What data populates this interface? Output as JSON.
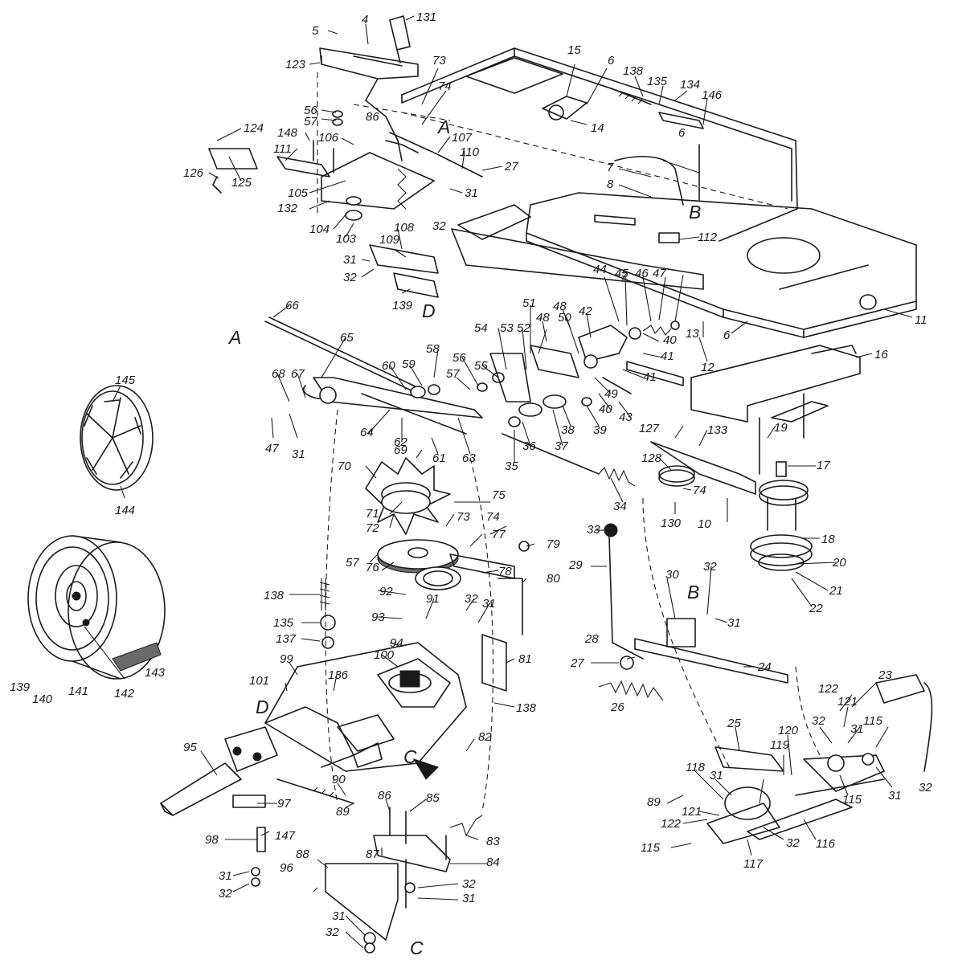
{
  "diagram": {
    "callouts": [
      {
        "id": "c-5",
        "text": "5"
      },
      {
        "id": "c-4",
        "text": "4"
      },
      {
        "id": "c-131",
        "text": "131"
      },
      {
        "id": "c-123",
        "text": "123"
      },
      {
        "id": "c-73a",
        "text": "73"
      },
      {
        "id": "c-74a",
        "text": "74"
      },
      {
        "id": "c-56a",
        "text": "56"
      },
      {
        "id": "c-57a",
        "text": "57"
      },
      {
        "id": "c-86a",
        "text": "86"
      },
      {
        "id": "c-124",
        "text": "124"
      },
      {
        "id": "c-148",
        "text": "148"
      },
      {
        "id": "c-106",
        "text": "106"
      },
      {
        "id": "c-107",
        "text": "107"
      },
      {
        "id": "c-111",
        "text": "111"
      },
      {
        "id": "c-110",
        "text": "110"
      },
      {
        "id": "c-27a",
        "text": "27"
      },
      {
        "id": "c-126",
        "text": "126"
      },
      {
        "id": "c-125",
        "text": "125"
      },
      {
        "id": "c-105",
        "text": "105"
      },
      {
        "id": "c-132",
        "text": "132"
      },
      {
        "id": "c-31a",
        "text": "31"
      },
      {
        "id": "c-32a",
        "text": "32"
      },
      {
        "id": "c-104",
        "text": "104"
      },
      {
        "id": "c-103",
        "text": "103"
      },
      {
        "id": "c-108",
        "text": "108"
      },
      {
        "id": "c-109",
        "text": "109"
      },
      {
        "id": "c-31b",
        "text": "31"
      },
      {
        "id": "c-32b",
        "text": "32"
      },
      {
        "id": "c-139a",
        "text": "139"
      },
      {
        "id": "c-15",
        "text": "15"
      },
      {
        "id": "c-6a",
        "text": "6"
      },
      {
        "id": "c-138a",
        "text": "138"
      },
      {
        "id": "c-135a",
        "text": "135"
      },
      {
        "id": "c-134",
        "text": "134"
      },
      {
        "id": "c-146",
        "text": "146"
      },
      {
        "id": "c-14",
        "text": "14"
      },
      {
        "id": "c-6b",
        "text": "6"
      },
      {
        "id": "c-7a",
        "text": "7"
      },
      {
        "id": "c-8",
        "text": "8"
      },
      {
        "id": "c-112",
        "text": "112"
      },
      {
        "id": "c-11",
        "text": "11"
      },
      {
        "id": "c-44",
        "text": "44"
      },
      {
        "id": "c-7b",
        "text": "7"
      },
      {
        "id": "c-45",
        "text": "45"
      },
      {
        "id": "c-46",
        "text": "46"
      },
      {
        "id": "c-47a",
        "text": "47"
      },
      {
        "id": "c-48a",
        "text": "48"
      },
      {
        "id": "c-51",
        "text": "51"
      },
      {
        "id": "c-42",
        "text": "42"
      },
      {
        "id": "c-40a",
        "text": "40"
      },
      {
        "id": "c-41a",
        "text": "41"
      },
      {
        "id": "c-41b",
        "text": "41"
      },
      {
        "id": "c-6c",
        "text": "6"
      },
      {
        "id": "c-13",
        "text": "13"
      },
      {
        "id": "c-12",
        "text": "12"
      },
      {
        "id": "c-16",
        "text": "16"
      },
      {
        "id": "c-54",
        "text": "54"
      },
      {
        "id": "c-53",
        "text": "53"
      },
      {
        "id": "c-52",
        "text": "52"
      },
      {
        "id": "c-48b",
        "text": "48"
      },
      {
        "id": "c-50",
        "text": "50"
      },
      {
        "id": "c-49",
        "text": "49"
      },
      {
        "id": "c-40b",
        "text": "40"
      },
      {
        "id": "c-43",
        "text": "43"
      },
      {
        "id": "c-66",
        "text": "66"
      },
      {
        "id": "c-65",
        "text": "65"
      },
      {
        "id": "c-58",
        "text": "58"
      },
      {
        "id": "c-56b",
        "text": "56"
      },
      {
        "id": "c-55",
        "text": "55"
      },
      {
        "id": "c-57b",
        "text": "57"
      },
      {
        "id": "c-60",
        "text": "60"
      },
      {
        "id": "c-59",
        "text": "59"
      },
      {
        "id": "c-68",
        "text": "68"
      },
      {
        "id": "c-67",
        "text": "67"
      },
      {
        "id": "c-47b",
        "text": "47"
      },
      {
        "id": "c-31c",
        "text": "31"
      },
      {
        "id": "c-64",
        "text": "64"
      },
      {
        "id": "c-62",
        "text": "62"
      },
      {
        "id": "c-61",
        "text": "61"
      },
      {
        "id": "c-63",
        "text": "63"
      },
      {
        "id": "c-36",
        "text": "36"
      },
      {
        "id": "c-37",
        "text": "37"
      },
      {
        "id": "c-38",
        "text": "38"
      },
      {
        "id": "c-39",
        "text": "39"
      },
      {
        "id": "c-35",
        "text": "35"
      },
      {
        "id": "c-127",
        "text": "127"
      },
      {
        "id": "c-133",
        "text": "133"
      },
      {
        "id": "c-19",
        "text": "19"
      },
      {
        "id": "c-17",
        "text": "17"
      },
      {
        "id": "c-145",
        "text": "145"
      },
      {
        "id": "c-144",
        "text": "144"
      },
      {
        "id": "c-69",
        "text": "69"
      },
      {
        "id": "c-70",
        "text": "70"
      },
      {
        "id": "c-34",
        "text": "34"
      },
      {
        "id": "c-128",
        "text": "128"
      },
      {
        "id": "c-74b",
        "text": "74"
      },
      {
        "id": "c-130",
        "text": "130"
      },
      {
        "id": "c-10",
        "text": "10"
      },
      {
        "id": "c-18",
        "text": "18"
      },
      {
        "id": "c-75",
        "text": "75"
      },
      {
        "id": "c-71",
        "text": "71"
      },
      {
        "id": "c-72",
        "text": "72"
      },
      {
        "id": "c-73b",
        "text": "73"
      },
      {
        "id": "c-74c",
        "text": "74"
      },
      {
        "id": "c-77",
        "text": "77"
      },
      {
        "id": "c-79",
        "text": "79"
      },
      {
        "id": "c-33",
        "text": "33"
      },
      {
        "id": "c-78",
        "text": "78"
      },
      {
        "id": "c-76",
        "text": "76"
      },
      {
        "id": "c-57c",
        "text": "57"
      },
      {
        "id": "c-29",
        "text": "29"
      },
      {
        "id": "c-80",
        "text": "80"
      },
      {
        "id": "c-20",
        "text": "20"
      },
      {
        "id": "c-21",
        "text": "21"
      },
      {
        "id": "c-22",
        "text": "22"
      },
      {
        "id": "c-138b",
        "text": "138"
      },
      {
        "id": "c-92",
        "text": "92"
      },
      {
        "id": "c-32c",
        "text": "32"
      },
      {
        "id": "c-31d",
        "text": "31"
      },
      {
        "id": "c-91",
        "text": "91"
      },
      {
        "id": "c-30",
        "text": "30"
      },
      {
        "id": "c-32d",
        "text": "32"
      },
      {
        "id": "c-135b",
        "text": "135"
      },
      {
        "id": "c-93",
        "text": "93"
      },
      {
        "id": "c-31e",
        "text": "31"
      },
      {
        "id": "c-137",
        "text": "137"
      },
      {
        "id": "c-94",
        "text": "94"
      },
      {
        "id": "c-100",
        "text": "100"
      },
      {
        "id": "c-81",
        "text": "81"
      },
      {
        "id": "c-28",
        "text": "28"
      },
      {
        "id": "c-27b",
        "text": "27"
      },
      {
        "id": "c-24",
        "text": "24"
      },
      {
        "id": "c-99",
        "text": "99"
      },
      {
        "id": "c-136",
        "text": "136"
      },
      {
        "id": "c-101",
        "text": "101"
      },
      {
        "id": "c-138c",
        "text": "138"
      },
      {
        "id": "c-23",
        "text": "23"
      },
      {
        "id": "c-139b",
        "text": "139"
      },
      {
        "id": "c-140",
        "text": "140"
      },
      {
        "id": "c-141",
        "text": "141"
      },
      {
        "id": "c-142",
        "text": "142"
      },
      {
        "id": "c-143",
        "text": "143"
      },
      {
        "id": "c-26",
        "text": "26"
      },
      {
        "id": "c-122a",
        "text": "122"
      },
      {
        "id": "c-121a",
        "text": "121"
      },
      {
        "id": "c-32e",
        "text": "32"
      },
      {
        "id": "c-31f",
        "text": "31"
      },
      {
        "id": "c-115a",
        "text": "115"
      },
      {
        "id": "c-82",
        "text": "82"
      },
      {
        "id": "c-25",
        "text": "25"
      },
      {
        "id": "c-120",
        "text": "120"
      },
      {
        "id": "c-95",
        "text": "95"
      },
      {
        "id": "c-119",
        "text": "119"
      },
      {
        "id": "c-90",
        "text": "90"
      },
      {
        "id": "c-118",
        "text": "118"
      },
      {
        "id": "c-31g",
        "text": "31"
      },
      {
        "id": "c-32f",
        "text": "32"
      },
      {
        "id": "c-31h",
        "text": "31"
      },
      {
        "id": "c-115b",
        "text": "115"
      },
      {
        "id": "c-86b",
        "text": "86"
      },
      {
        "id": "c-85",
        "text": "85"
      },
      {
        "id": "c-97",
        "text": "97"
      },
      {
        "id": "c-89a",
        "text": "89"
      },
      {
        "id": "c-89b",
        "text": "89"
      },
      {
        "id": "c-121b",
        "text": "121"
      },
      {
        "id": "c-147",
        "text": "147"
      },
      {
        "id": "c-98",
        "text": "98"
      },
      {
        "id": "c-122b",
        "text": "122"
      },
      {
        "id": "c-32g",
        "text": "32"
      },
      {
        "id": "c-116",
        "text": "116"
      },
      {
        "id": "c-83",
        "text": "83"
      },
      {
        "id": "c-115c",
        "text": "115"
      },
      {
        "id": "c-117",
        "text": "117"
      },
      {
        "id": "c-88",
        "text": "88"
      },
      {
        "id": "c-87",
        "text": "87"
      },
      {
        "id": "c-84",
        "text": "84"
      },
      {
        "id": "c-31i",
        "text": "31"
      },
      {
        "id": "c-96",
        "text": "96"
      },
      {
        "id": "c-32h",
        "text": "32"
      },
      {
        "id": "c-32i",
        "text": "32"
      },
      {
        "id": "c-31j",
        "text": "31"
      },
      {
        "id": "c-31k",
        "text": "31"
      },
      {
        "id": "c-32j",
        "text": "32"
      }
    ],
    "reference_letters": [
      {
        "id": "l-a1",
        "text": "A"
      },
      {
        "id": "l-b1",
        "text": "B"
      },
      {
        "id": "l-d1",
        "text": "D"
      },
      {
        "id": "l-a2",
        "text": "A"
      },
      {
        "id": "l-b2",
        "text": "B"
      },
      {
        "id": "l-d2",
        "text": "D"
      },
      {
        "id": "l-c1",
        "text": "C"
      },
      {
        "id": "l-c2",
        "text": "C"
      }
    ]
  }
}
